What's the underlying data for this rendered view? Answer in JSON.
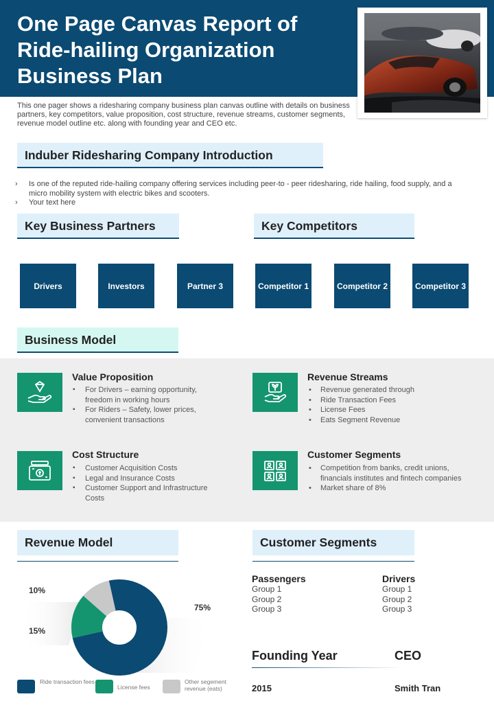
{
  "header": {
    "title": "One Page Canvas Report of Ride-hailing Organization Business Plan"
  },
  "subtitle": "This one pager shows a ridesharing company business plan canvas outline with details on business partners, key competitors, value proposition, cost structure, revenue streams, customer segments, revenue model outline etc. along with founding year and CEO etc.",
  "intro": {
    "heading": "Induber Ridesharing Company Introduction",
    "bullets": [
      "Is one of the reputed ride-hailing company offering services including peer-to - peer ridesharing, ride hailing, food supply, and a micro mobility system with electric bikes and scooters.",
      "Your text here"
    ]
  },
  "partners": {
    "heading": "Key Business Partners",
    "items": [
      "Drivers",
      "Investors",
      "Partner 3"
    ]
  },
  "competitors": {
    "heading": "Key Competitors",
    "items": [
      "Competitor 1",
      "Competitor 2",
      "Competitor 3"
    ]
  },
  "business_model": {
    "heading": "Business Model",
    "value_proposition": {
      "title": "Value Proposition",
      "icon": "hand-diamond-icon",
      "items": [
        "For Drivers – earning opportunity, freedom in working hours",
        "For Riders – Safety,  lower prices, convenient transactions"
      ]
    },
    "revenue_streams": {
      "title": "Revenue Streams",
      "icon": "hand-plant-icon",
      "items": [
        "Revenue generated through",
        "Ride Transaction Fees",
        "License Fees",
        "Eats Segment Revenue"
      ]
    },
    "cost_structure": {
      "title": "Cost Structure",
      "icon": "money-stack-icon",
      "items": [
        "Customer Acquisition Costs",
        "Legal and Insurance Costs",
        "Customer Support and Infrastructure Costs"
      ]
    },
    "customer_segments": {
      "title": "Customer Segments",
      "icon": "people-grid-icon",
      "items": [
        "Competition from banks, credit unions, financials institutes and fintech companies",
        "Market share of 8%"
      ]
    }
  },
  "revenue_model": {
    "heading": "Revenue Model"
  },
  "chart_data": {
    "type": "pie",
    "variant": "donut",
    "categories": [
      "Ride transaction fees",
      "License fees",
      "Other segement revenue (eats)"
    ],
    "values": [
      75,
      15,
      10
    ],
    "value_labels": [
      "75%",
      "15%",
      "10%"
    ],
    "colors": [
      "#0b4a72",
      "#14956f",
      "#c8c8c8"
    ],
    "legend_position": "bottom"
  },
  "customer_segments": {
    "heading": "Customer Segments",
    "passengers": {
      "title": "Passengers",
      "groups": [
        "Group 1",
        "Group 2",
        "Group 3"
      ]
    },
    "drivers": {
      "title": "Drivers",
      "groups": [
        "Group 1",
        "Group 2",
        "Group 3"
      ]
    }
  },
  "founding": {
    "founding_label": "Founding Year",
    "founding_value": "2015",
    "ceo_label": "CEO",
    "ceo_value": "Smith Tran"
  },
  "colors": {
    "primary": "#0b4a72",
    "accent": "#14956f",
    "heading_bg": "#dff0fb",
    "heading_bg_mint": "#d4f8f1",
    "band": "#eeeeee"
  }
}
